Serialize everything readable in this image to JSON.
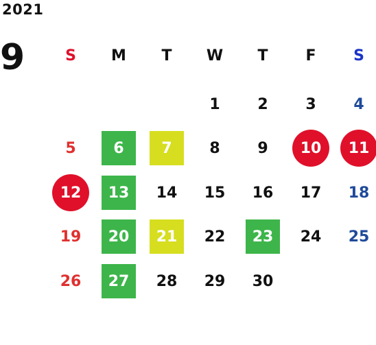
{
  "year": "2021",
  "month": "9",
  "colors": {
    "sunday": "#e03030",
    "saturday": "#1f4a9a",
    "weekday": "#111111",
    "holiday": "#e0102a",
    "green": "#3db54a",
    "yellow": "#d6de1f",
    "highlight_text": "#ffffff"
  },
  "weekdays": [
    {
      "label": "S",
      "kind": "sunday-header"
    },
    {
      "label": "M",
      "kind": "weekday"
    },
    {
      "label": "T",
      "kind": "weekday"
    },
    {
      "label": "W",
      "kind": "weekday"
    },
    {
      "label": "T",
      "kind": "weekday"
    },
    {
      "label": "F",
      "kind": "weekday"
    },
    {
      "label": "S",
      "kind": "saturday-header"
    }
  ],
  "days": [
    {
      "n": "1",
      "marker": "none"
    },
    {
      "n": "2",
      "marker": "none"
    },
    {
      "n": "3",
      "marker": "none"
    },
    {
      "n": "4",
      "marker": "none"
    },
    {
      "n": "5",
      "marker": "none"
    },
    {
      "n": "6",
      "marker": "green"
    },
    {
      "n": "7",
      "marker": "yellow"
    },
    {
      "n": "8",
      "marker": "none"
    },
    {
      "n": "9",
      "marker": "none"
    },
    {
      "n": "10",
      "marker": "holiday"
    },
    {
      "n": "11",
      "marker": "holiday"
    },
    {
      "n": "12",
      "marker": "holiday"
    },
    {
      "n": "13",
      "marker": "green"
    },
    {
      "n": "14",
      "marker": "none"
    },
    {
      "n": "15",
      "marker": "none"
    },
    {
      "n": "16",
      "marker": "none"
    },
    {
      "n": "17",
      "marker": "none"
    },
    {
      "n": "18",
      "marker": "none"
    },
    {
      "n": "19",
      "marker": "none"
    },
    {
      "n": "20",
      "marker": "green"
    },
    {
      "n": "21",
      "marker": "yellow"
    },
    {
      "n": "22",
      "marker": "none"
    },
    {
      "n": "23",
      "marker": "green"
    },
    {
      "n": "24",
      "marker": "none"
    },
    {
      "n": "25",
      "marker": "none"
    },
    {
      "n": "26",
      "marker": "none"
    },
    {
      "n": "27",
      "marker": "green"
    },
    {
      "n": "28",
      "marker": "none"
    },
    {
      "n": "29",
      "marker": "none"
    },
    {
      "n": "30",
      "marker": "none"
    }
  ]
}
